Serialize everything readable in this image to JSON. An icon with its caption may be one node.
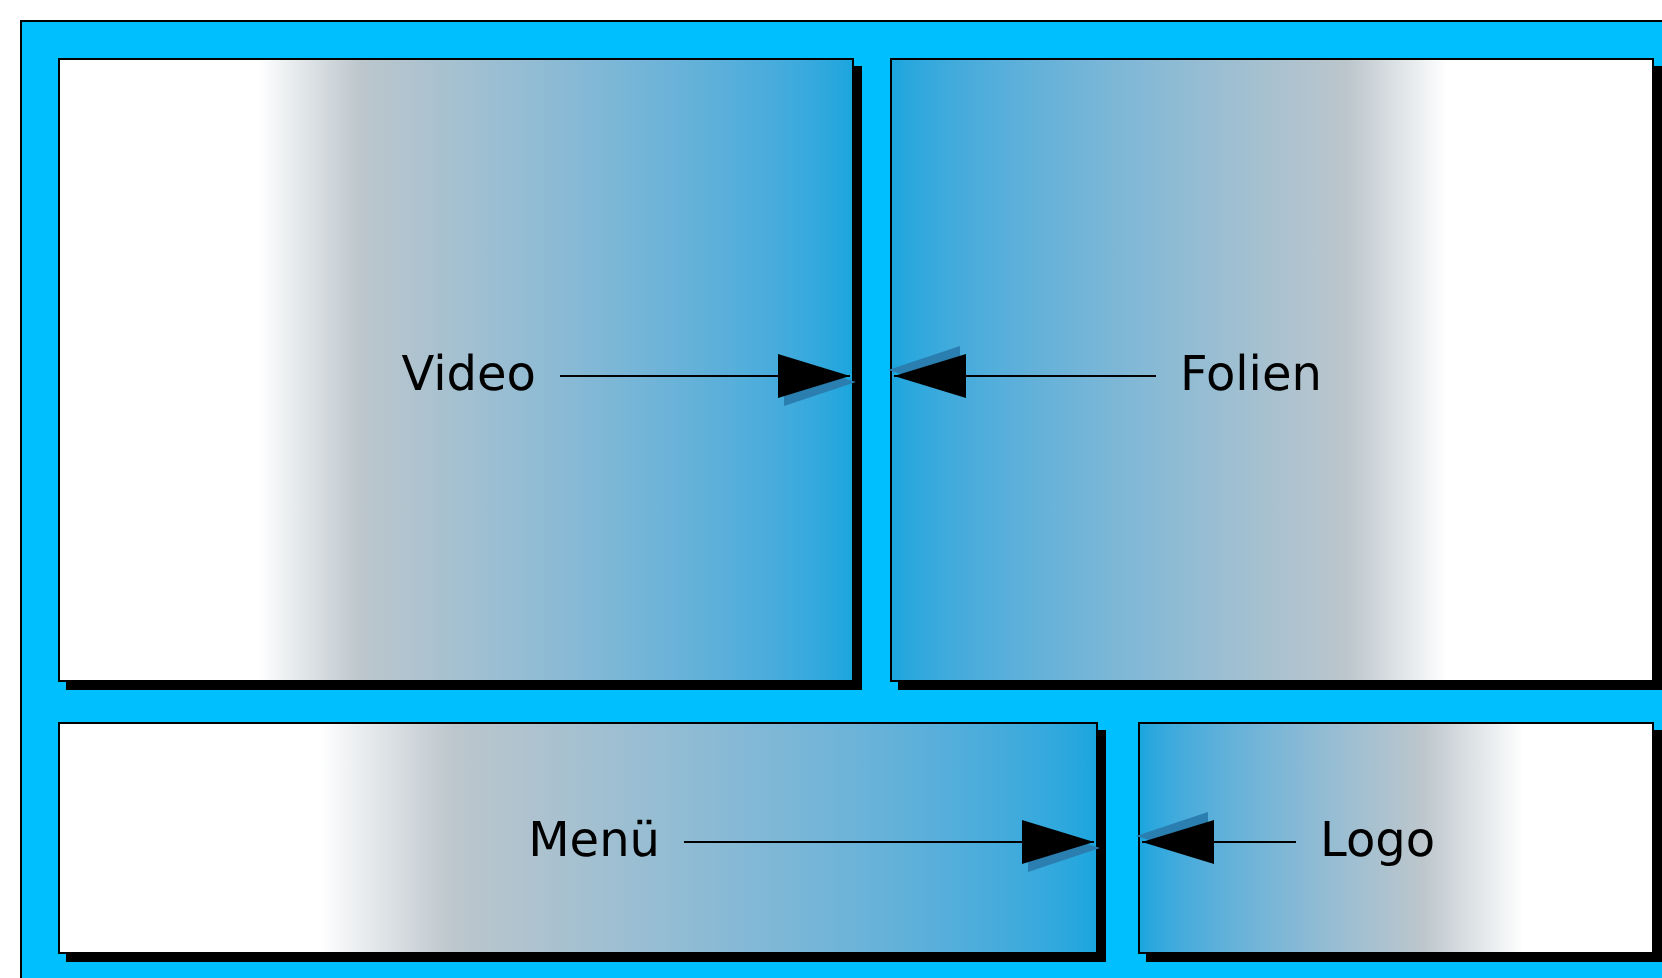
{
  "diagram": {
    "nodes": [
      {
        "text": [],
        "shape": "box"
      },
      {
        "text": [],
        "shape": "box",
        "in": 0
      },
      {
        "text": [
          "Video"
        ],
        "in": 1
      },
      {
        "text": [],
        "shape": "box",
        "in": 0
      },
      {
        "text": [
          "Folien"
        ],
        "in": 3
      },
      {
        "text": [],
        "shape": "box",
        "in": 0
      },
      {
        "text": [
          "Menü"
        ],
        "in": 5
      },
      {
        "text": [],
        "shape": "box",
        "in": 0
      },
      {
        "text": [
          "Logo"
        ],
        "in": 7
      }
    ],
    "edges": [
      {
        "from": 2,
        "to": 1,
        "arrow": "to"
      },
      {
        "from": 4,
        "to": 3,
        "arrow": "to"
      },
      {
        "from": 6,
        "to": 5,
        "arrow": "to"
      },
      {
        "from": 8,
        "to": 7,
        "arrow": "to"
      }
    ]
  }
}
